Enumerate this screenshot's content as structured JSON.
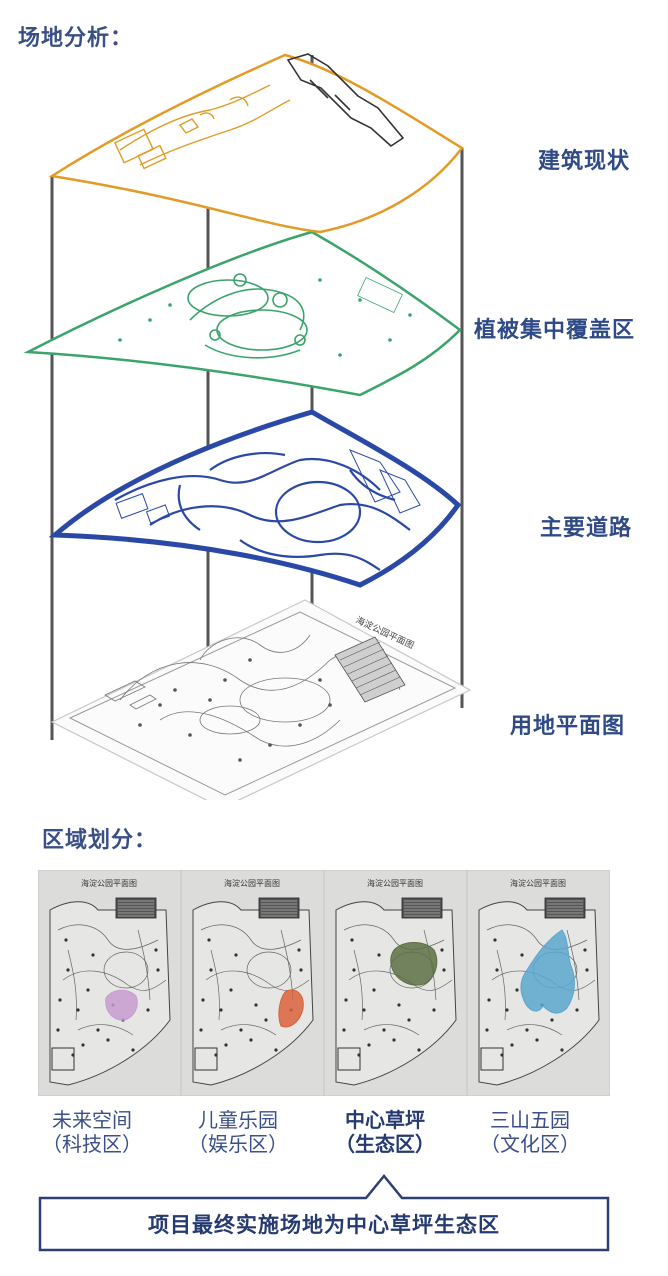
{
  "section1": {
    "title": "场地分析："
  },
  "layers": [
    {
      "label": "建筑现状",
      "color": "#e19b26"
    },
    {
      "label": "植被集中覆盖区",
      "color": "#3aa46a"
    },
    {
      "label": "主要道路",
      "color": "#2a48a6"
    },
    {
      "label": "用地平面图",
      "color": "#8c8c8c"
    }
  ],
  "map_title": "海淀公园平面图",
  "section2": {
    "title": "区域划分："
  },
  "zones": [
    {
      "name": "未来空间",
      "sub": "（科技区）",
      "color": "#c79bd1",
      "bold": false
    },
    {
      "name": "儿童乐园",
      "sub": "（娱乐区）",
      "color": "#d9623c",
      "bold": false
    },
    {
      "name": "中心草坪",
      "sub": "（生态区）",
      "color": "#5c7044",
      "bold": true
    },
    {
      "name": "三山五园",
      "sub": "（文化区）",
      "color": "#5aa7cf",
      "bold": false
    }
  ],
  "conclusion": "项目最终实施场地为中心草坪生态区",
  "colors": {
    "frame": "#2e3f73",
    "post": "#555555"
  }
}
